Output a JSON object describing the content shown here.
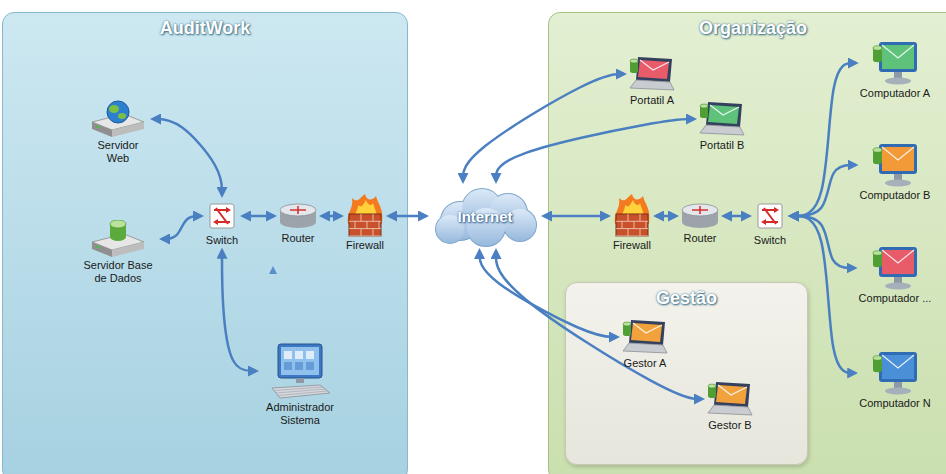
{
  "diagram": {
    "nodes": [
      {
        "text": [
          "AuditWork"
        ]
      },
      {
        "text": [
          "Servidor Web"
        ],
        "in": 0
      },
      {
        "text": [
          "Switch"
        ],
        "in": 0
      },
      {
        "text": [
          "Servidor Base de Dados"
        ],
        "in": 0
      },
      {
        "text": [
          "Router"
        ],
        "in": 0
      },
      {
        "text": [
          "Firewall"
        ],
        "in": 0
      },
      {
        "text": [
          "Administrador Sistema"
        ],
        "in": 0
      },
      {
        "text": [
          "Internet"
        ]
      },
      {
        "text": [
          "Organização"
        ]
      },
      {
        "text": [
          "Portatil A"
        ],
        "in": 8
      },
      {
        "text": [
          "Portatil B"
        ],
        "in": 8
      },
      {
        "text": [
          "Firewall"
        ],
        "in": 8
      },
      {
        "text": [
          "Router"
        ],
        "in": 8
      },
      {
        "text": [
          "Switch"
        ],
        "in": 8
      },
      {
        "text": [
          "Computador A"
        ],
        "in": 8
      },
      {
        "text": [
          "Computador B"
        ],
        "in": 8
      },
      {
        "text": [
          "Computador ..."
        ],
        "in": 8
      },
      {
        "text": [
          "Computador N"
        ],
        "in": 8
      },
      {
        "text": [
          "Gestão"
        ],
        "in": 8
      },
      {
        "text": [
          "Gestor A"
        ],
        "in": 18
      },
      {
        "text": [
          "Gestor B"
        ],
        "in": 18
      }
    ],
    "edges": [
      {
        "from": 1,
        "to": 2,
        "arrow": "both"
      },
      {
        "from": 3,
        "to": 2,
        "arrow": "both"
      },
      {
        "from": 2,
        "to": 6,
        "arrow": "both"
      },
      {
        "from": 2,
        "to": 4,
        "arrow": "both"
      },
      {
        "from": 4,
        "to": 5,
        "arrow": "both"
      },
      {
        "from": 5,
        "to": 7,
        "arrow": "both"
      },
      {
        "from": 7,
        "to": 9,
        "arrow": "both"
      },
      {
        "from": 7,
        "to": 10,
        "arrow": "both"
      },
      {
        "from": 7,
        "to": 11,
        "arrow": "both"
      },
      {
        "from": 11,
        "to": 12,
        "arrow": "both"
      },
      {
        "from": 12,
        "to": 13,
        "arrow": "both"
      },
      {
        "from": 13,
        "to": 14,
        "arrow": "both"
      },
      {
        "from": 13,
        "to": 15,
        "arrow": "both"
      },
      {
        "from": 13,
        "to": 16,
        "arrow": "both"
      },
      {
        "from": 13,
        "to": 17,
        "arrow": "both"
      },
      {
        "from": 7,
        "to": 19,
        "arrow": "both"
      },
      {
        "from": 7,
        "to": 20,
        "arrow": "both"
      }
    ]
  }
}
